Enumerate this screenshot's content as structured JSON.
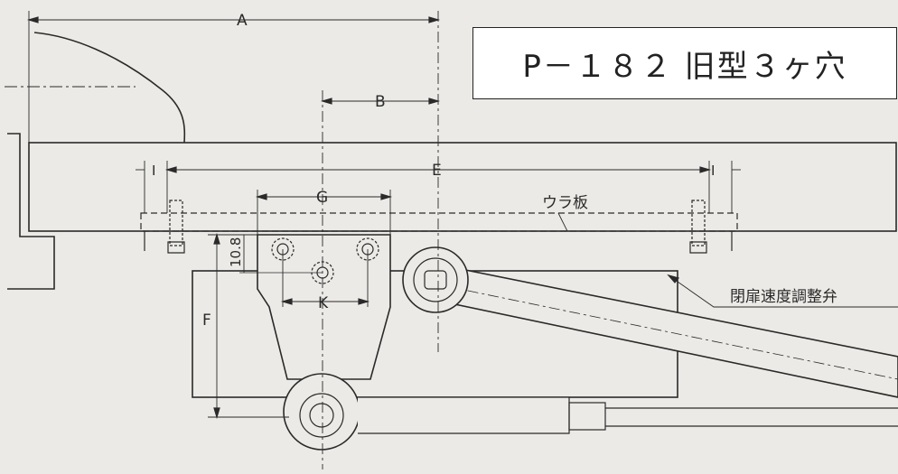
{
  "title": "P－１８２ 旧型３ヶ穴",
  "labels": {
    "a": "A",
    "b": "B",
    "e": "E",
    "g": "G",
    "f": "F",
    "k": "K",
    "i_left": "I",
    "i_right": "I",
    "height_108": "10.8",
    "back_plate": "ウラ板",
    "speed_valve": "閉扉速度調整弁"
  }
}
